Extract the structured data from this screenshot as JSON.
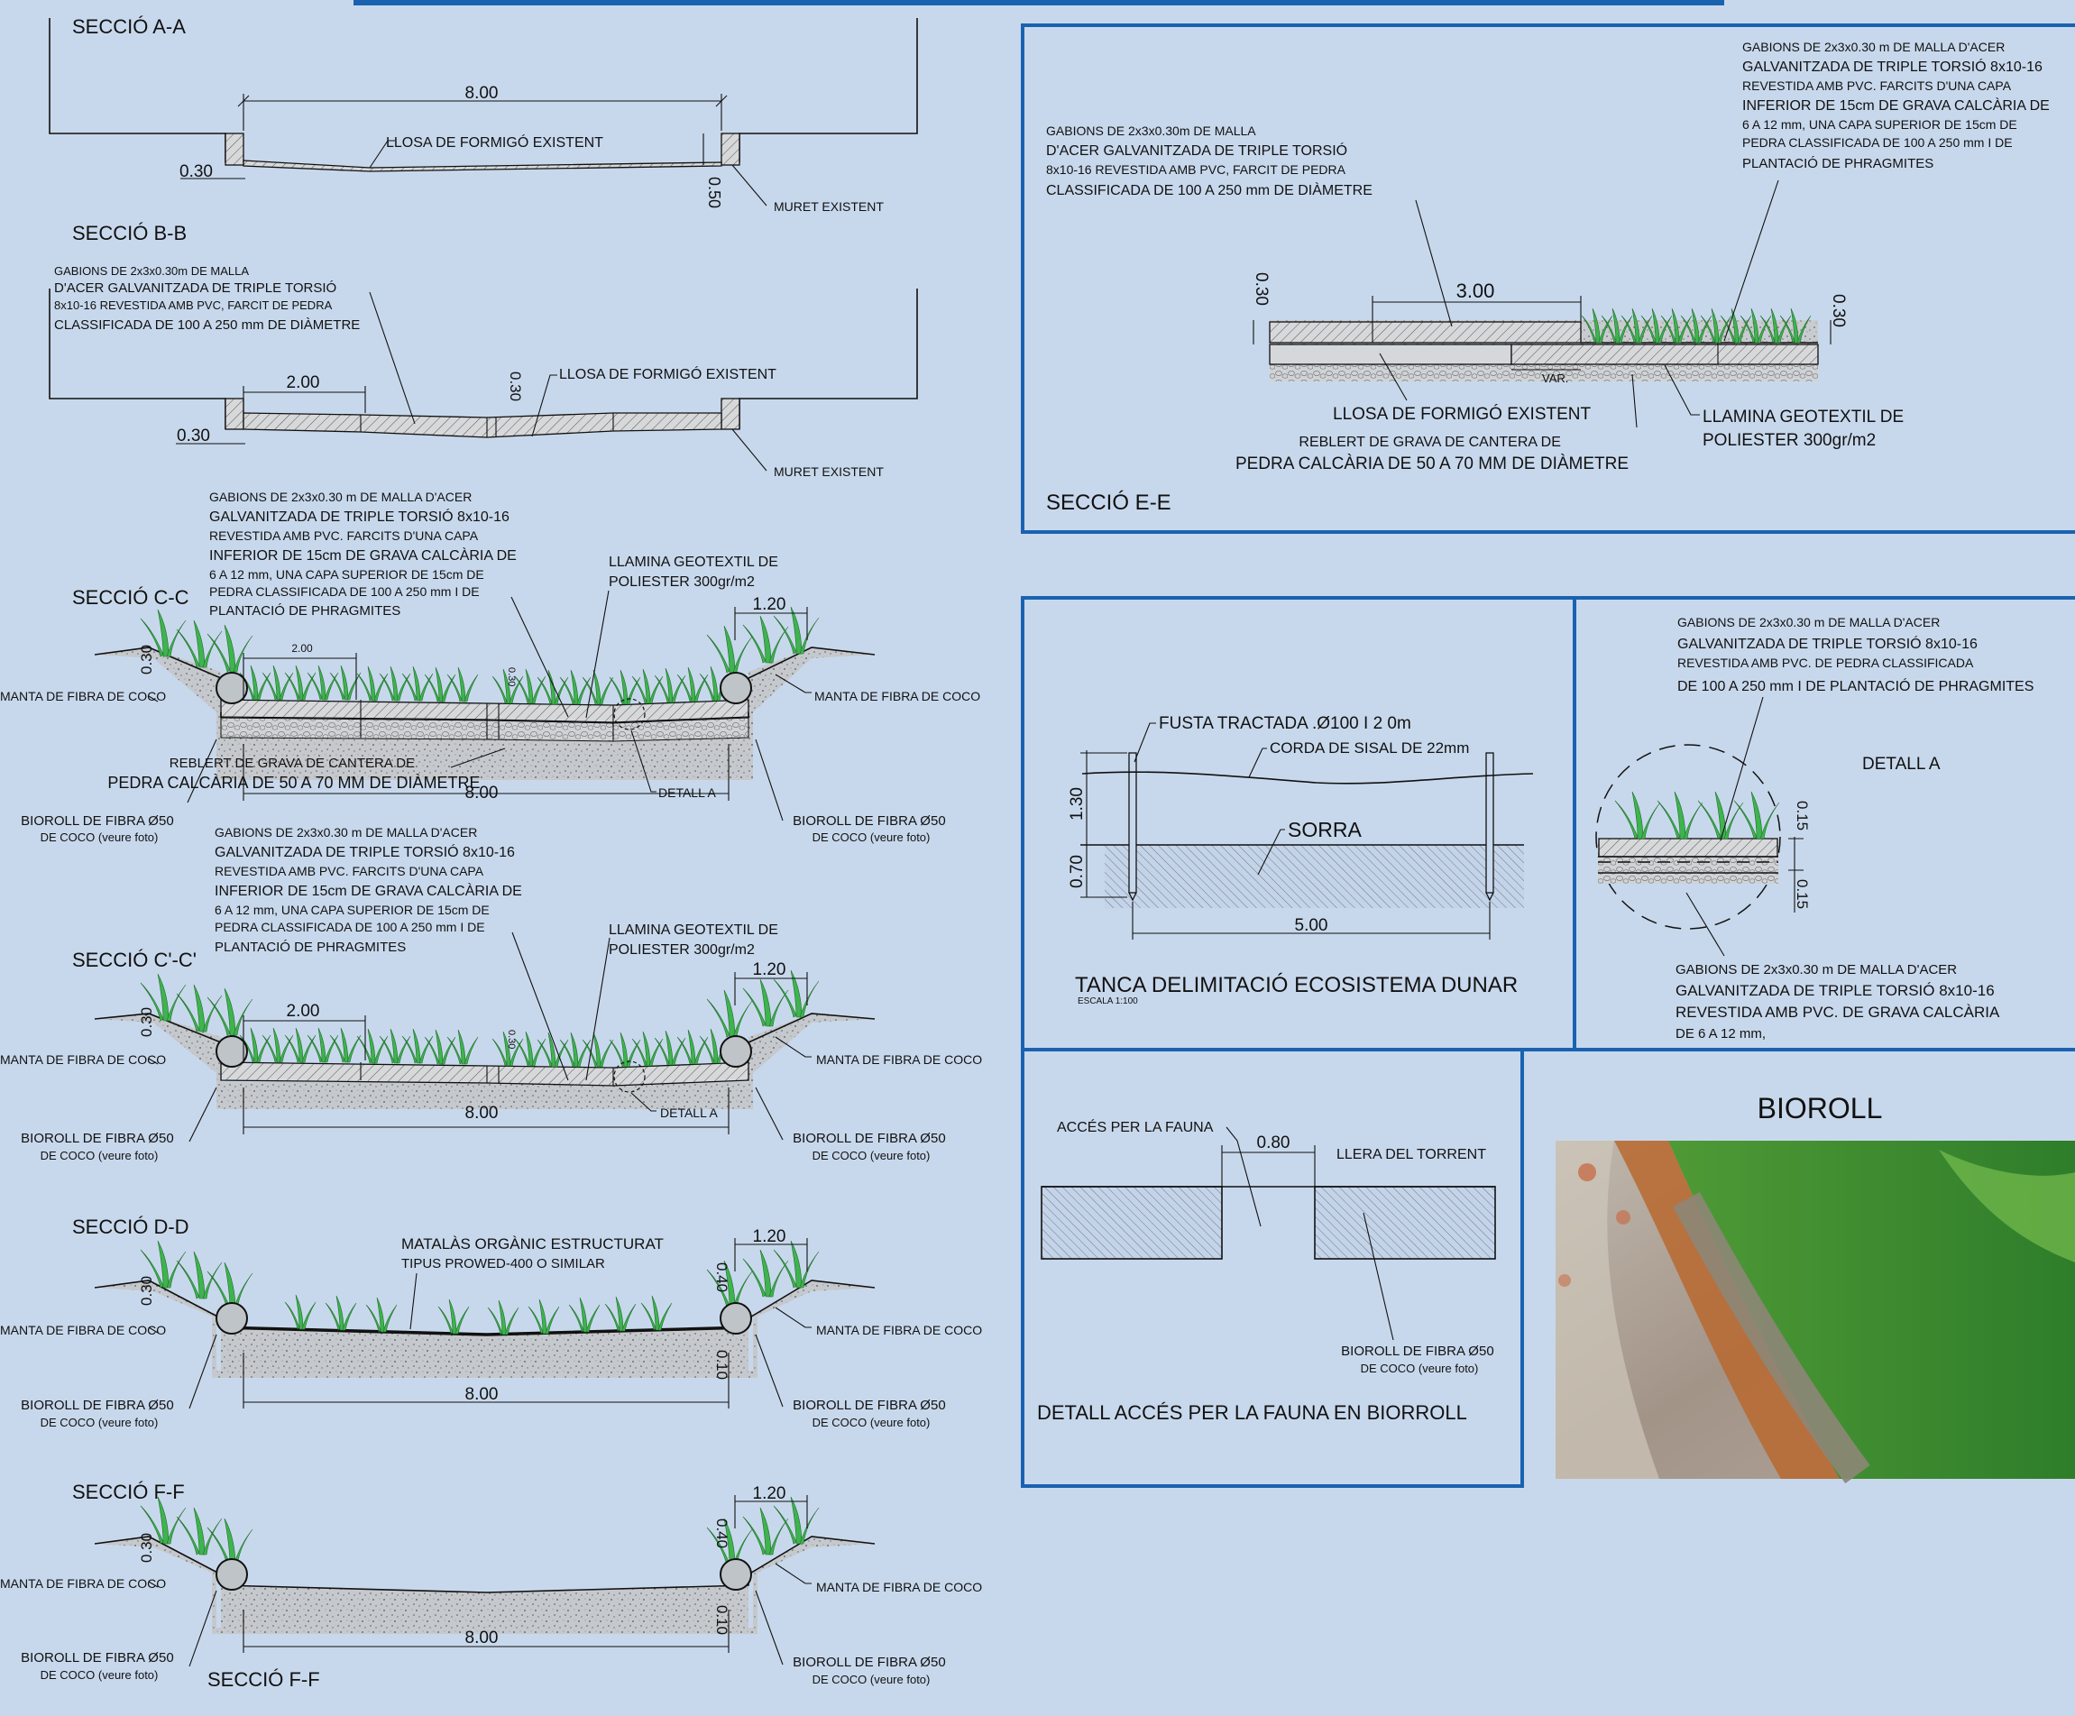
{
  "sections": {
    "aa": {
      "title": "SECCIÓ A-A",
      "dim_width": "8.00",
      "dim_wall": "0.30",
      "dim_height": "0.50",
      "note_slab": "LLOSA DE FORMIGÓ EXISTENT",
      "note_wall": "MURET EXISTENT"
    },
    "bb": {
      "title": "SECCIÓ B-B",
      "note_gabion": [
        "GABIONS DE 2x3x0.30m DE MALLA",
        "D'ACER GALVANITZADA DE TRIPLE TORSIÓ",
        "8x10-16 REVESTIDA AMB PVC, FARCIT DE PEDRA",
        "CLASSIFICADA DE 100 A 250 mm DE DIÀMETRE"
      ],
      "dim_gabion": "2.00",
      "dim_thick": "0.30",
      "dim_wall": "0.30",
      "note_slab": "LLOSA DE FORMIGÓ EXISTENT",
      "note_wall": "MURET EXISTENT"
    },
    "cc": {
      "title": "SECCIÓ C-C",
      "note_gabion": [
        "GABIONS DE 2x3x0.30 m DE MALLA D'ACER",
        "GALVANITZADA DE TRIPLE TORSIÓ 8x10-16",
        "REVESTIDA AMB PVC. FARCITS D'UNA CAPA",
        "INFERIOR DE 15cm DE GRAVA CALCÀRIA DE",
        "6 A 12 mm, UNA CAPA SUPERIOR DE 15cm DE",
        "PEDRA CLASSIFICADA DE 100 A 250 mm I DE",
        "PLANTACIÓ DE PHRAGMITES"
      ],
      "note_geo": [
        "LLAMINA GEOTEXTIL DE",
        "POLIESTER 300gr/m2"
      ],
      "dim_bank": "1.20",
      "dim_gabion": "2.00",
      "dim_width": "8.00",
      "dim_left": "0.30",
      "dim_mid": "0.30",
      "note_coco_left": "MANTA DE FIBRA DE COCO",
      "note_coco_right": "MANTA DE FIBRA DE COCO",
      "note_fill": [
        "REBLERT DE GRAVA DE CANTERA DE",
        "PEDRA CALCÀRIA DE 50 A 70 MM DE DIÀMETRE"
      ],
      "detail": "DETALL A",
      "bioroll_left": [
        "BIOROLL DE FIBRA Ø50",
        "DE COCO (veure foto)"
      ],
      "bioroll_right": [
        "BIOROLL DE FIBRA Ø50",
        "DE COCO (veure foto)"
      ]
    },
    "cpc": {
      "title": "SECCIÓ C'-C'",
      "note_gabion": [
        "GABIONS DE 2x3x0.30 m DE MALLA D'ACER",
        "GALVANITZADA DE TRIPLE TORSIÓ 8x10-16",
        "REVESTIDA AMB PVC. FARCITS D'UNA CAPA",
        "INFERIOR DE 15cm DE GRAVA CALCÀRIA DE",
        "6 A 12 mm, UNA CAPA SUPERIOR DE 15cm DE",
        "PEDRA CLASSIFICADA DE 100 A 250 mm I DE",
        "PLANTACIÓ DE PHRAGMITES"
      ],
      "note_geo": [
        "LLAMINA GEOTEXTIL DE",
        "POLIESTER 300gr/m2"
      ],
      "dim_bank": "1.20",
      "dim_gabion": "2.00",
      "dim_width": "8.00",
      "dim_left": "0.30",
      "dim_mid": "0.30",
      "note_coco_left": "MANTA DE FIBRA DE COCO",
      "note_coco_right": "MANTA DE FIBRA DE COCO",
      "detail": "DETALL A",
      "bioroll_left": [
        "BIOROLL DE FIBRA Ø50",
        "DE COCO (veure foto)"
      ],
      "bioroll_right": [
        "BIOROLL DE FIBRA Ø50",
        "DE COCO (veure foto)"
      ]
    },
    "dd": {
      "title": "SECCIÓ D-D",
      "note_mat": [
        "MATALÀS ORGÀNIC ESTRUCTURAT",
        "TIPUS PROWED-400 O SIMILAR"
      ],
      "dim_bank": "1.20",
      "dim_width": "8.00",
      "dim_left": "0.30",
      "dim_up": "0.40",
      "dim_down": "0.10",
      "note_coco_left": "MANTA DE FIBRA DE COCO",
      "note_coco_right": "MANTA DE FIBRA DE COCO",
      "bioroll_left": [
        "BIOROLL DE FIBRA Ø50",
        "DE COCO (veure foto)"
      ],
      "bioroll_right": [
        "BIOROLL DE FIBRA Ø50",
        "DE COCO (veure foto)"
      ]
    },
    "ff": {
      "title": "SECCIÓ F-F",
      "subtitle": "SECCIÓ F-F",
      "dim_bank": "1.20",
      "dim_width": "8.00",
      "dim_left": "0.30",
      "dim_up": "0.40",
      "dim_down": "0.10",
      "note_coco_left": "MANTA DE FIBRA DE COCO",
      "note_coco_right": "MANTA DE FIBRA DE COCO",
      "bioroll_left": [
        "BIOROLL DE FIBRA Ø50",
        "DE COCO (veure foto)"
      ],
      "bioroll_right": [
        "BIOROLL DE FIBRA Ø50",
        "DE COCO (veure foto)"
      ]
    },
    "ee": {
      "title": "SECCIÓ E-E",
      "note_left": [
        "GABIONS DE 2x3x0.30m DE MALLA",
        "D'ACER GALVANITZADA DE TRIPLE TORSIÓ",
        "8x10-16 REVESTIDA AMB PVC, FARCIT DE PEDRA",
        "CLASSIFICADA DE 100 A 250 mm DE DIÀMETRE"
      ],
      "note_right": [
        "GABIONS DE 2x3x0.30 m DE MALLA D'ACER",
        "GALVANITZADA DE TRIPLE TORSIÓ 8x10-16",
        "REVESTIDA AMB PVC. FARCITS D'UNA CAPA",
        "INFERIOR DE 15cm DE GRAVA CALCÀRIA DE",
        "6 A 12 mm, UNA CAPA SUPERIOR DE 15cm DE",
        "PEDRA CLASSIFICADA DE 100 A 250 mm I DE",
        "PLANTACIÓ DE PHRAGMITES"
      ],
      "dim_width": "3.00",
      "dim_left": "0.30",
      "dim_right": "0.30",
      "dim_var": "VAR.",
      "note_slab": "LLOSA DE FORMIGÓ EXISTENT",
      "note_fill": [
        "REBLERT DE GRAVA DE CANTERA DE",
        "PEDRA CALCÀRIA DE 50 A 70 MM DE DIÀMETRE"
      ],
      "note_geo": [
        "LLAMINA GEOTEXTIL DE",
        "POLIESTER 300gr/m2"
      ]
    }
  },
  "fence": {
    "title": "TANCA DELIMITACIÓ ECOSISTEMA DUNAR",
    "scale": "ESCALA 1:100",
    "note_post": "FUSTA TRACTADA .Ø100 I 2 0m",
    "note_rope": "CORDA DE SISAL DE 22mm",
    "note_sand": "SORRA",
    "dim_height": "1.30",
    "dim_depth": "0.70",
    "dim_spacing": "5.00"
  },
  "detail_a": {
    "title": "DETALL A",
    "note_top": [
      "GABIONS DE 2x3x0.30 m DE MALLA D'ACER",
      "GALVANITZADA DE TRIPLE TORSIÓ 8x10-16",
      "REVESTIDA AMB PVC. DE PEDRA CLASSIFICADA",
      "DE 100 A 250 mm I DE PLANTACIÓ DE PHRAGMITES"
    ],
    "note_bottom": [
      "GABIONS DE 2x3x0.30 m DE MALLA D'ACER",
      "GALVANITZADA DE TRIPLE TORSIÓ 8x10-16",
      "REVESTIDA AMB PVC. DE GRAVA CALCÀRIA",
      "DE 6 A 12 mm,"
    ],
    "dim_top": "0.15",
    "dim_bottom": "0.15"
  },
  "fauna": {
    "title": "DETALL ACCÉS PER LA FAUNA EN BIORROLL",
    "note_access": "ACCÉS PER LA FAUNA",
    "note_bed": "LLERA DEL TORRENT",
    "dim_gap": "0.80",
    "note_bioroll": [
      "BIOROLL DE FIBRA Ø50",
      "DE COCO (veure foto)"
    ]
  },
  "bioroll_photo": {
    "title": "BIOROLL"
  },
  "colors": {
    "background": "#c8d8ec",
    "frame_blue": "#1a62b0",
    "grass": "#3fb34f"
  }
}
